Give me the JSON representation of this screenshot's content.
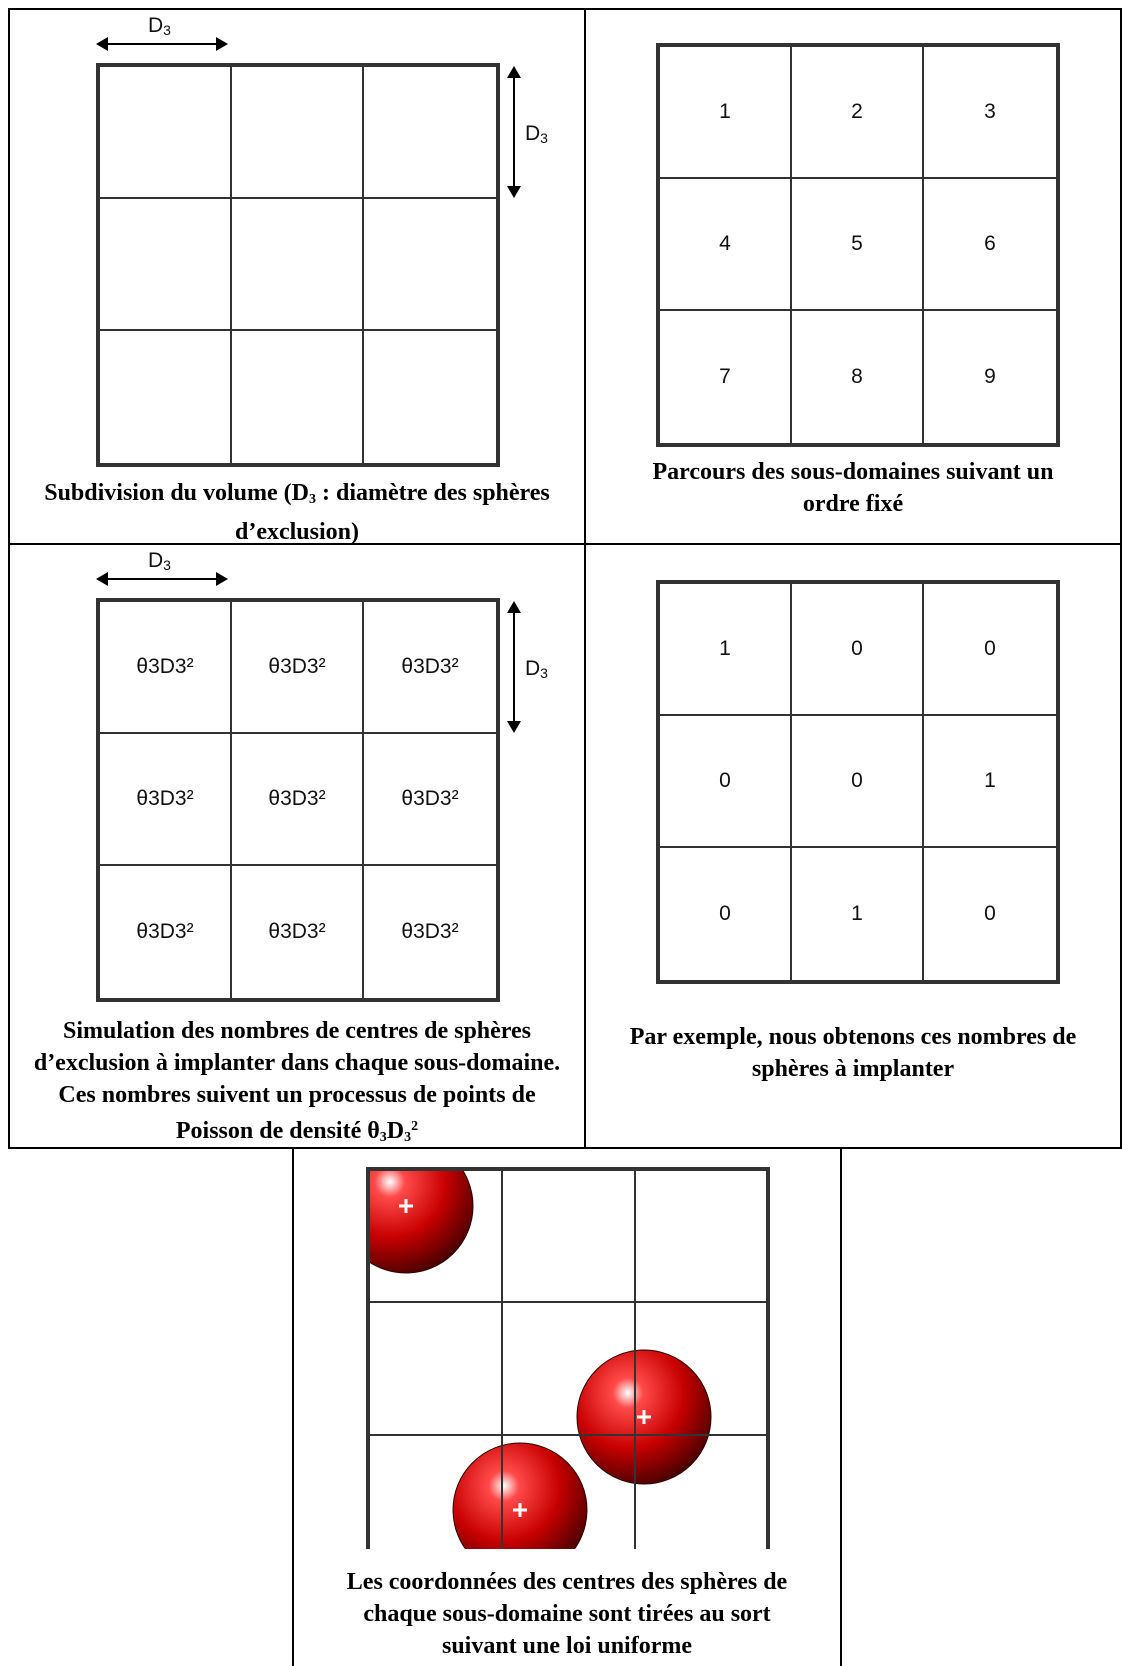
{
  "panel1": {
    "dim_label_top": "D",
    "dim_label_top_sub": "3",
    "dim_label_right": "D",
    "dim_label_right_sub": "3",
    "caption": "Subdivision du volume (D3 : diamètre des sphères d’exclusion)"
  },
  "panel2": {
    "cells": [
      "1",
      "2",
      "3",
      "4",
      "5",
      "6",
      "7",
      "8",
      "9"
    ],
    "caption": "Parcours des sous-domaines suivant un ordre fixé"
  },
  "panel3": {
    "dim_label_top": "D",
    "dim_label_top_sub": "3",
    "dim_label_right": "D",
    "dim_label_right_sub": "3",
    "cell_label": "θ3D3²",
    "caption": "Simulation des nombres de centres de sphères d’exclusion à implanter dans chaque sous-domaine. Ces nombres suivent un processus de points de Poisson de densité θ3D3²"
  },
  "panel4": {
    "cells": [
      "1",
      "0",
      "0",
      "0",
      "0",
      "1",
      "0",
      "1",
      "0"
    ],
    "caption": "Par exemple, nous obtenons ces nombres de sphères à implanter"
  },
  "panel5": {
    "caption": "Les coordonnées des centres des sphères de chaque sous-domaine sont tirées au sort suivant une loi uniforme"
  },
  "colors": {
    "sphere": "#cc0000",
    "grid_line": "#333333"
  }
}
